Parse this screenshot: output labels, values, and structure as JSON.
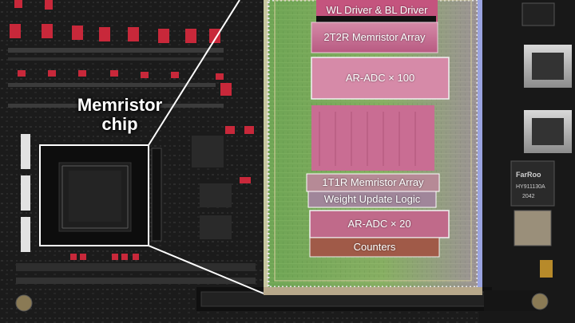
{
  "labels": {
    "chip_line1": "Memristor",
    "chip_line2": "chip",
    "wl_bl_driver": "WL Driver & BL Driver",
    "array_2t2r": "2T2R Memristor Array",
    "adc_100": "AR-ADC × 100",
    "array_1t1r": "1T1R Memristor Array",
    "weight_update": "Weight Update Logic",
    "adc_20": "AR-ADC × 20",
    "counters": "Counters"
  },
  "chip_marking": {
    "brand": "FarRoo",
    "line2": "HY911130A",
    "line3": "2042"
  },
  "colors": {
    "pcb": "#1a1a1a",
    "connector_red": "#c8283a",
    "die_green": "#6ea654",
    "die_pink": "#c66d94",
    "callout_line": "#ffffff"
  }
}
